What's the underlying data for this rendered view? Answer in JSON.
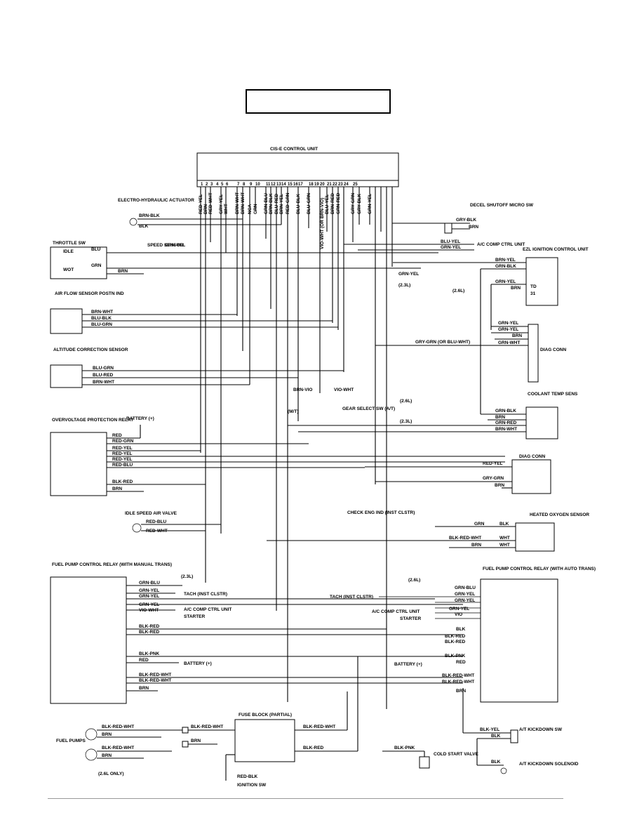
{
  "title_box_text": "",
  "control_unit": {
    "label": "CIS-E CONTROL UNIT",
    "pins": [
      "1",
      "2",
      "3",
      "4",
      "5",
      "6",
      "7",
      "8",
      "9",
      "10",
      "11",
      "12",
      "13",
      "14",
      "15",
      "16",
      "17",
      "18",
      "19",
      "20",
      "21",
      "22",
      "23",
      "24",
      "25"
    ],
    "wire_labels": [
      "RED-YEL",
      "BRN",
      "RED-WHT",
      "GRY-YEL",
      "WHT",
      "BRN-WHT",
      "BRN-WHT",
      "NCA",
      "GRN",
      "GRN-BLU",
      "BRN-BLK",
      "BLU-RED",
      "BRN-YEL",
      "RED-GRN",
      "BLU-BLK",
      "BLU-GRN",
      "BLU-YEL",
      "BRN-RED",
      "GRN-RED",
      "GRY-GRN",
      "GRY-BLK",
      "GRN-YEL"
    ],
    "vio_wht_label": "VIO-WHT (OR BRN-VIO)"
  },
  "components": {
    "electro_hydraulic_actuator": "ELECTRO-HYDRAULIC ACTUATOR",
    "throttle_sw": "THROTTLE SW",
    "idle": "IDLE",
    "wot": "WOT",
    "speed_sensor": "SPEED SENSOR",
    "air_flow_sensor": "AIR FLOW SENSOR POSTN IND",
    "altitude_sensor": "ALTITUDE CORRECTION SENSOR",
    "overvoltage_relay": "OVERVOLTAGE PROTECTION RELAY",
    "battery_plus": "BATTERY (+)",
    "idle_speed_air_valve": "IDLE SPEED AIR VALVE",
    "fuel_pump_relay_manual": "FUEL PUMP CONTROL RELAY (WITH MANUAL TRANS)",
    "fuel_pumps": "FUEL PUMPS",
    "fuse_block": "FUSE BLOCK (PARTIAL)",
    "ignition_sw": "IGNITION SW",
    "cold_start_valve": "COLD START VALVE",
    "decel_shutoff": "DECEL SHUTOFF MICRO SW",
    "ac_comp_ctrl_unit": "A/C COMP CTRL UNIT",
    "ezl_ignition": "EZL IGNITION CONTROL UNIT",
    "diag_conn": "DIAG CONN",
    "coolant_temp": "COOLANT TEMP SENS",
    "gear_select_sw": "GEAR SELECT SW (A/T)",
    "mt": "(M/T)",
    "check_eng_ind": "CHECK ENG IND (INST CLSTR)",
    "heated_oxygen": "HEATED OXYGEN SENSOR",
    "fuel_pump_relay_auto": "FUEL PUMP CONTROL RELAY (WITH AUTO TRANS)",
    "at_kickdown_sw": "A/T KICKDOWN SW",
    "at_kickdown_solenoid": "A/T KICKDOWN SOLENOID",
    "tach": "TACH (INST CLSTR)",
    "starter": "STARTER",
    "l23": "(2.3L)",
    "l26": "(2.6L)",
    "l26_only": "(2.6L ONLY)",
    "td": "TD",
    "td31": "31",
    "gry_grn_or": "GRY-GRN (OR BLU-WHT)"
  }
}
